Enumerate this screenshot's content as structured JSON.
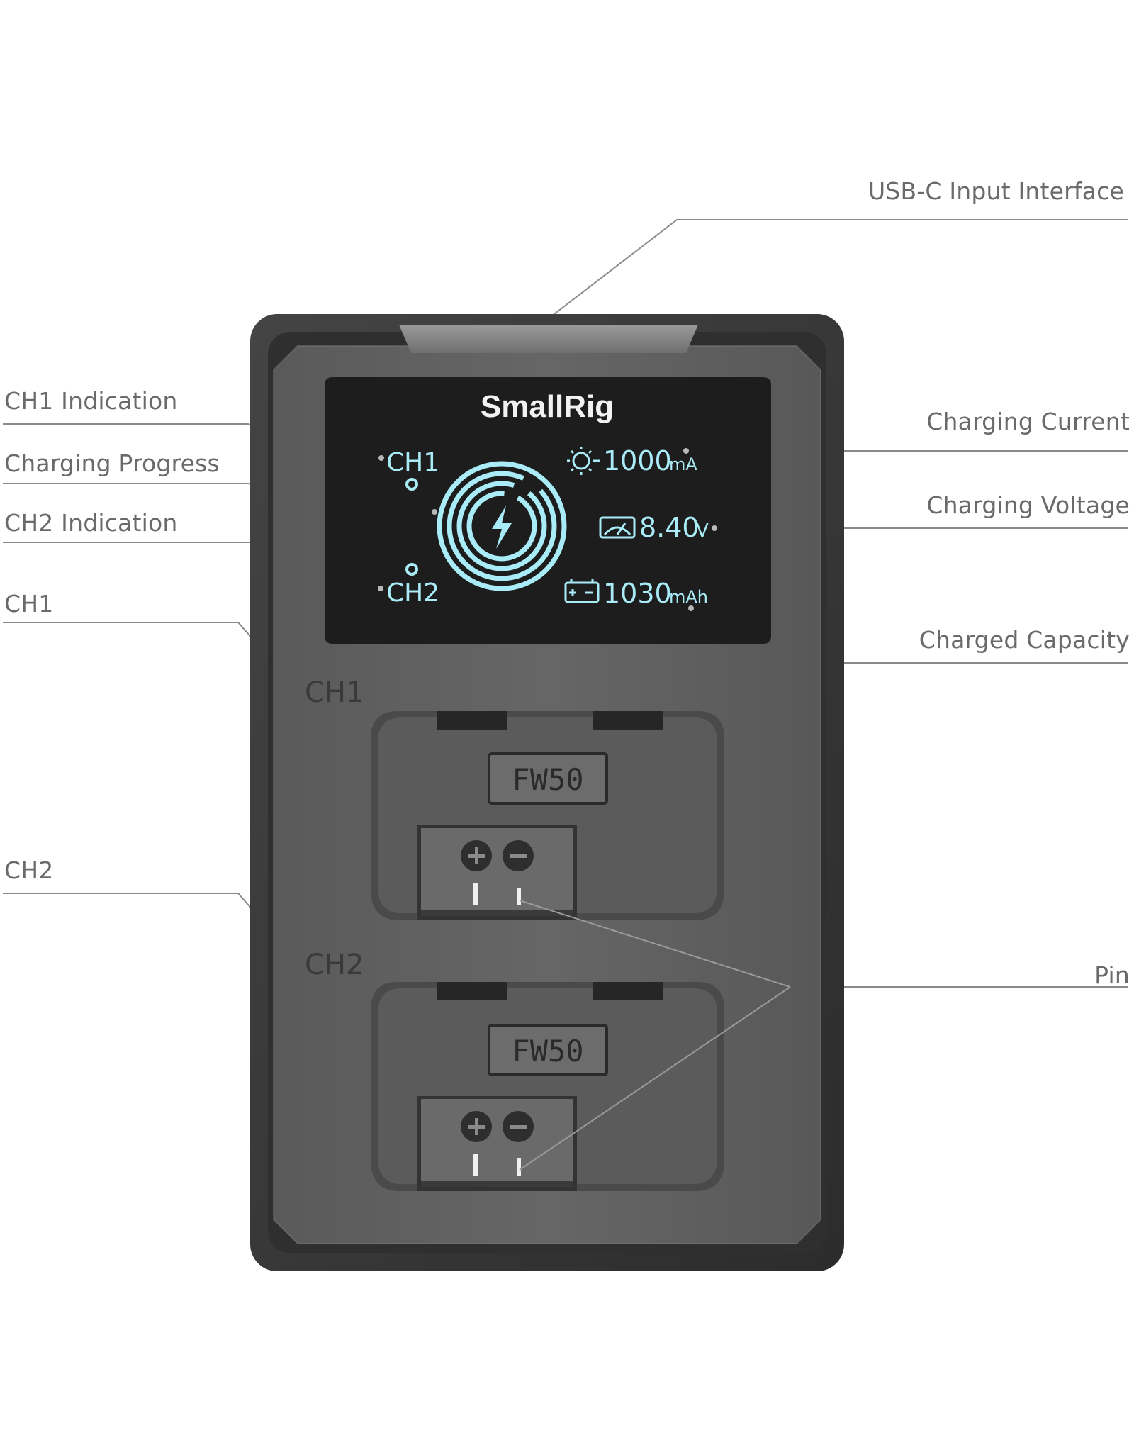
{
  "callouts": {
    "usb_c": "USB-C Input Interface",
    "ch1_indication": "CH1 Indication",
    "charging_progress": "Charging Progress",
    "ch2_indication": "CH2 Indication",
    "ch1": "CH1",
    "ch2": "CH2",
    "charging_current": "Charging Current",
    "charging_voltage": "Charging Voltage",
    "charged_capacity": "Charged Capacity",
    "pin": "Pin"
  },
  "device": {
    "brand": "SmallRig",
    "lcd": {
      "ch1_label": "CH1",
      "ch2_label": "CH2",
      "current_value": "1000",
      "current_unit": "mA",
      "voltage_value": "8.40",
      "voltage_unit": "V",
      "capacity_value": "1030",
      "capacity_unit": "mAh"
    },
    "slots": [
      {
        "label": "CH1",
        "model": "FW50"
      },
      {
        "label": "CH2",
        "model": "FW50"
      }
    ]
  },
  "colors": {
    "lcd_cyan": "#a9ecf7",
    "body_dark": "#3a3a3a",
    "face_grey": "#626262",
    "callout_line": "#8a8a8a"
  },
  "icons": {
    "current": "sun-icon",
    "voltage": "gauge-icon",
    "capacity": "battery-icon",
    "center": "lightning-bolt-icon"
  }
}
